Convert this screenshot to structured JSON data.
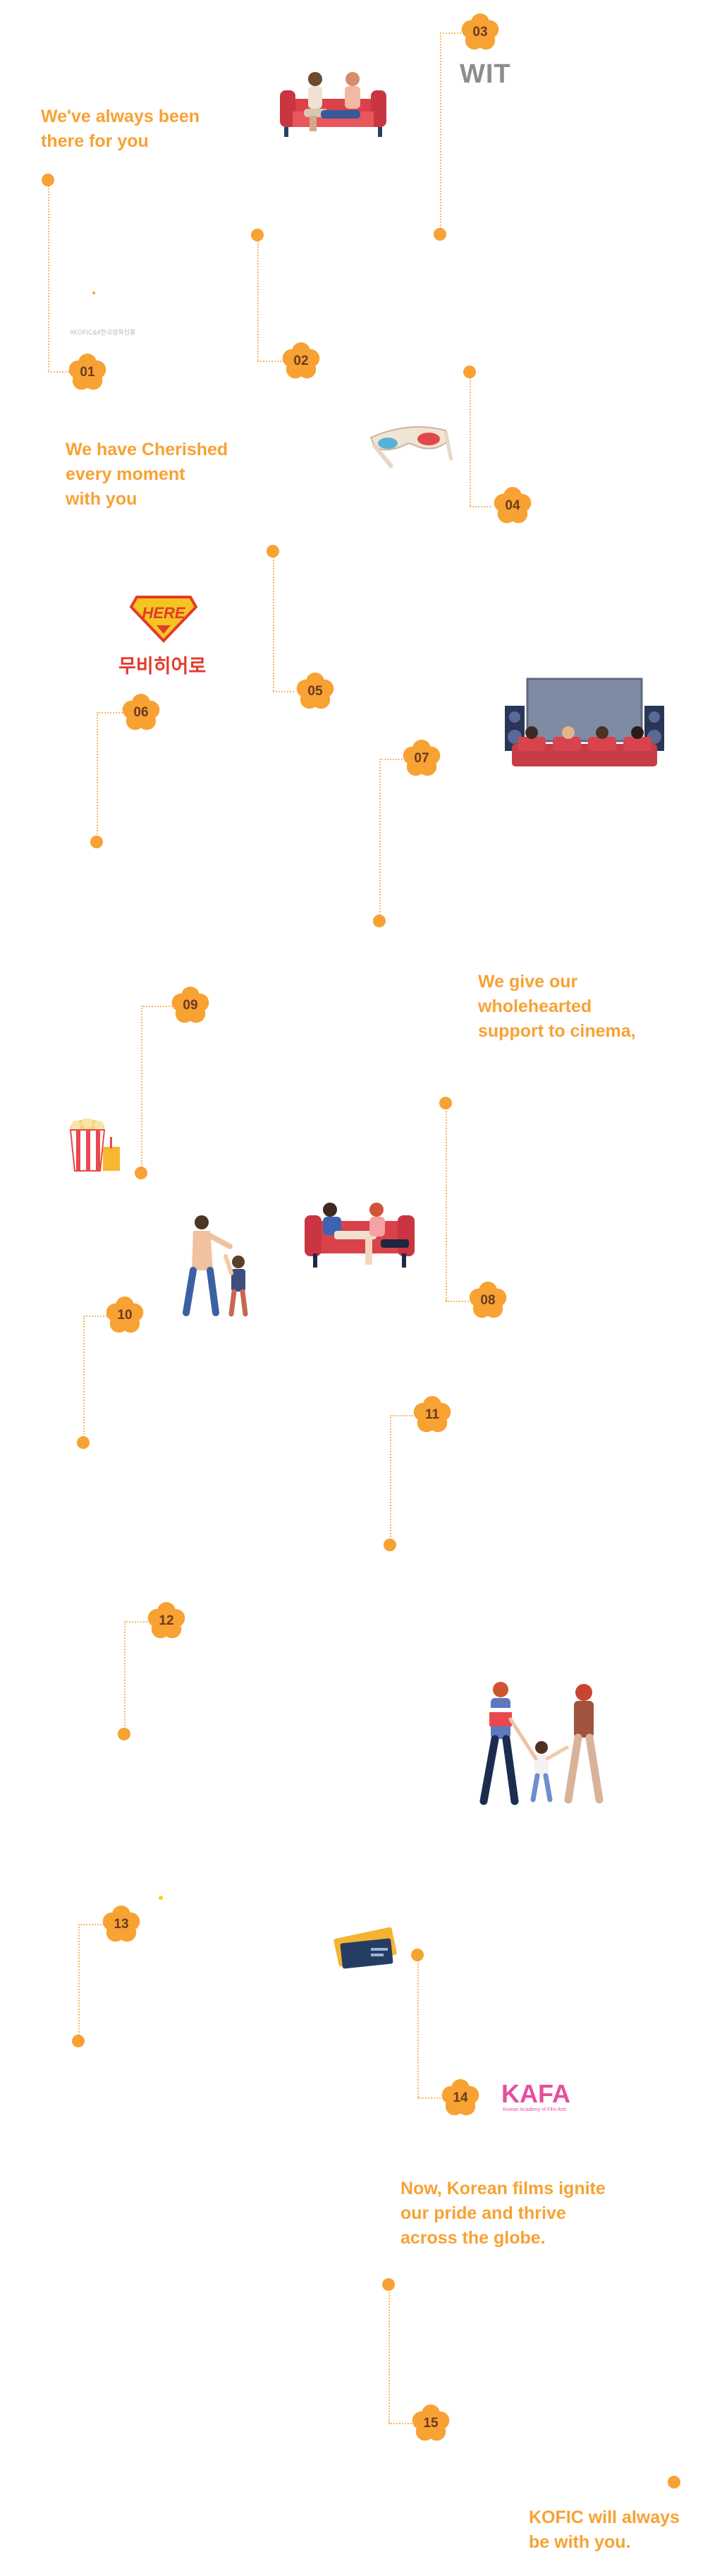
{
  "headlines": {
    "always_been": "We've always been\nthere for you",
    "cherished": "We have Cherished\nevery moment\nwith you",
    "wholehearted": "We give our\nwholehearted\nsupport to cinema,",
    "korean_films": "Now, Korean films ignite\nour pride and thrive\nacross the globe.",
    "kofic": "KOFIC will always\nbe with you."
  },
  "milestones": [
    "01",
    "02",
    "03",
    "04",
    "05",
    "06",
    "07",
    "08",
    "09",
    "10",
    "11",
    "12",
    "13",
    "14",
    "15"
  ],
  "logos": {
    "wit": "WIT",
    "hero_badge": "HERE",
    "hero_korean": "무비히어로",
    "kafa": "KAFA",
    "kafa_sub": "Korean Academy of Film Arts",
    "tiny_caption": "#KOFIC&#한국영화진흥"
  },
  "icons": [
    "couch-couple-icon",
    "3d-glasses-icon",
    "cinema-screen-icon",
    "popcorn-icon",
    "father-child-icon",
    "couch-family-icon",
    "walking-family-icon",
    "movie-tickets-icon"
  ],
  "colors": {
    "accent": "#f7a233",
    "badge_text": "#6b3a22",
    "line": "#f8b865",
    "kafa": "#e54f9e",
    "hero_red": "#e53a2a"
  }
}
